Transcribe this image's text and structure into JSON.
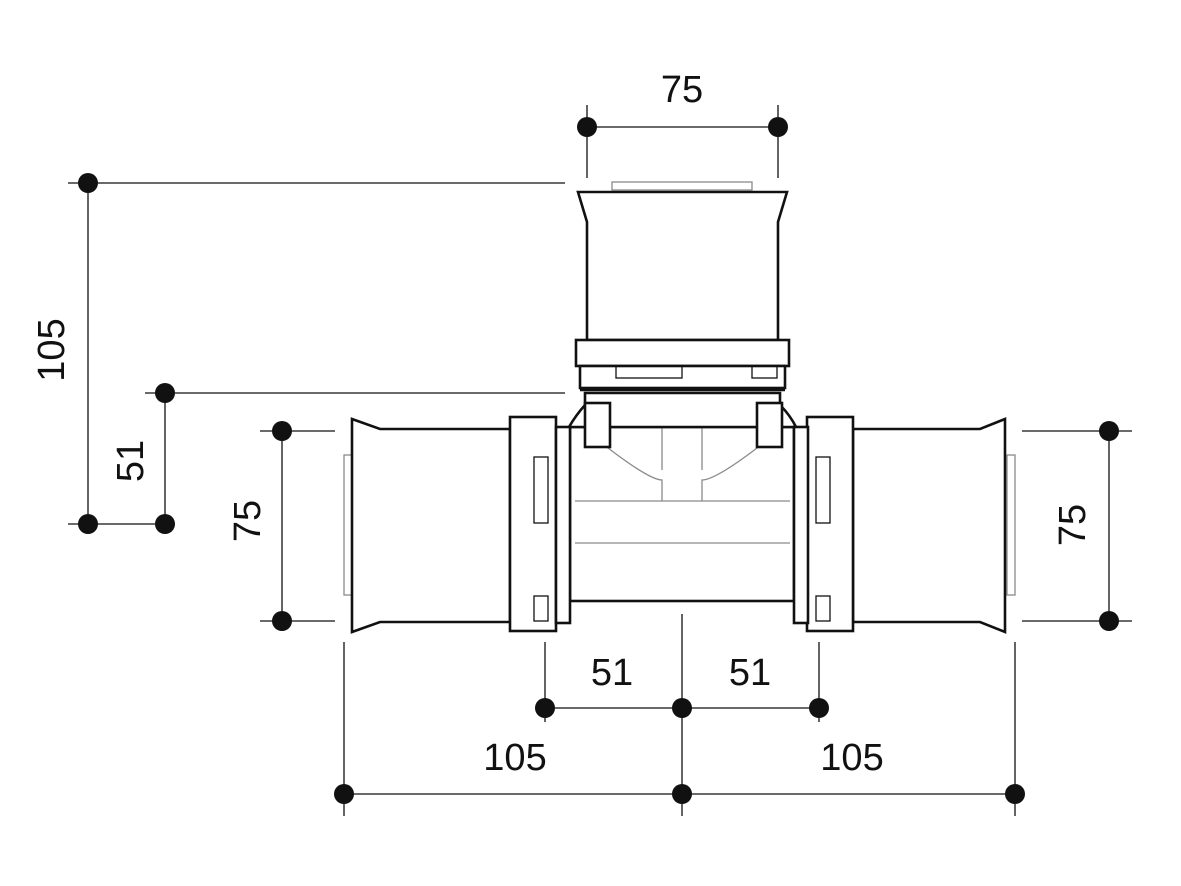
{
  "drawing": {
    "labels": {
      "top_width": "75",
      "branch_height": "105",
      "center_height": "51",
      "left_diameter": "75",
      "right_diameter": "75",
      "center_left": "51",
      "center_right": "51",
      "overall_left": "105",
      "overall_right": "105"
    }
  }
}
